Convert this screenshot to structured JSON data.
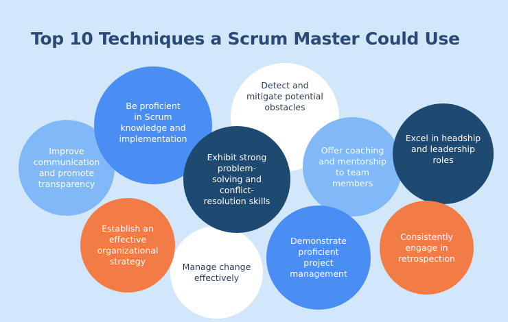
{
  "title": "Top 10 Techniques a Scrum Master Could Use",
  "techniques": [
    {
      "label": "Detect and\nmitigate potential\nobstacles",
      "color": "#ffffff"
    },
    {
      "label": "Be proficient\nin Scrum\nknowledge and\nimplementation",
      "color": "#4a8ef4"
    },
    {
      "label": "Improve\ncommunication\nand promote\ntransparency",
      "color": "#80b8f8"
    },
    {
      "label": "Exhibit strong\nproblem-\nsolving and\nconflict-\nresolution skills",
      "color": "#1e4971"
    },
    {
      "label": "Offer coaching\nand mentorship\nto team\nmembers",
      "color": "#80b8f8"
    },
    {
      "label": "Excel in headship\nand leadership\nroles",
      "color": "#1e4971"
    },
    {
      "label": "Establish an\neffective\norganizational\nstrategy",
      "color": "#f37b45"
    },
    {
      "label": "Manage change\neffectively",
      "color": "#ffffff"
    },
    {
      "label": "Demonstrate\nproficient\nproject\nmanagement",
      "color": "#4a8ef4"
    },
    {
      "label": "Consistently\nengage in\nretrospection",
      "color": "#f37b45"
    }
  ]
}
